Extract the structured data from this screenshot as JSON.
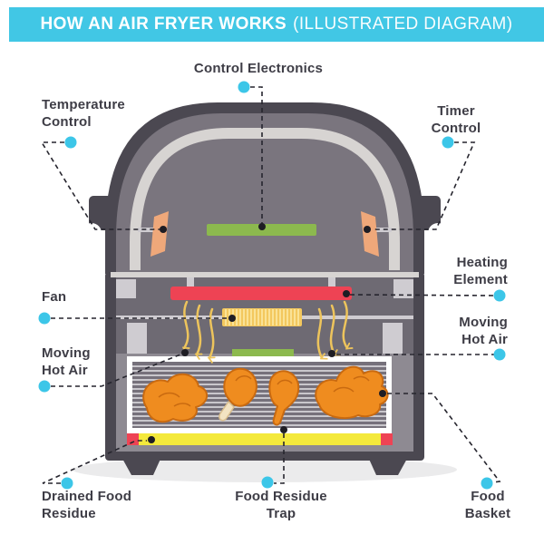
{
  "header": {
    "title_bold": "HOW AN AIR FRYER WORKS",
    "title_light": "(ILLUSTRATED DIAGRAM)",
    "bg_color": "#41c7e5",
    "text_color": "#ffffff"
  },
  "labels": {
    "control_electronics": {
      "text": "Control Electronics"
    },
    "temperature_control": {
      "line1": "Temperature",
      "line2": "Control"
    },
    "timer_control": {
      "line1": "Timer",
      "line2": "Control"
    },
    "heating_element": {
      "line1": "Heating",
      "line2": "Element"
    },
    "moving_hot_air_right": {
      "line1": "Moving",
      "line2": "Hot Air"
    },
    "fan": {
      "text": "Fan"
    },
    "moving_hot_air_left": {
      "line1": "Moving",
      "line2": "Hot Air"
    },
    "drained_food_residue": {
      "line1": "Drained Food",
      "line2": "Residue"
    },
    "food_residue_trap": {
      "line1": "Food Residue",
      "line2": "Trap"
    },
    "food_basket": {
      "line1": "Food",
      "line2": "Basket"
    }
  },
  "icons": {
    "callout_dot": "filled cyan circle marking each label",
    "anchor_dot": "small black circle on each machine part",
    "airflow_arrow": "wavy yellow arrow showing hot air moving down"
  },
  "colors": {
    "accent_cyan": "#3cc6e8",
    "connector_line": "#26252e",
    "body_dark": "#4b4851",
    "dome_interior": "#7a757e",
    "middle_interior": "#6e6a73",
    "basket_surround": "#8e8a92",
    "light_panel": "#d7d4d2",
    "heating_element_red": "#ee4354",
    "fan_yellow": "#f3c85e",
    "residue_tray_yellow": "#f4e93c",
    "residue_red": "#ee4354",
    "board_green": "#8cb94e",
    "knob_orange": "#efa87a",
    "food_orange": "#ef8c1f",
    "label_text": "#3e3d46",
    "shadow": "#ebebec",
    "background": "#ffffff"
  }
}
